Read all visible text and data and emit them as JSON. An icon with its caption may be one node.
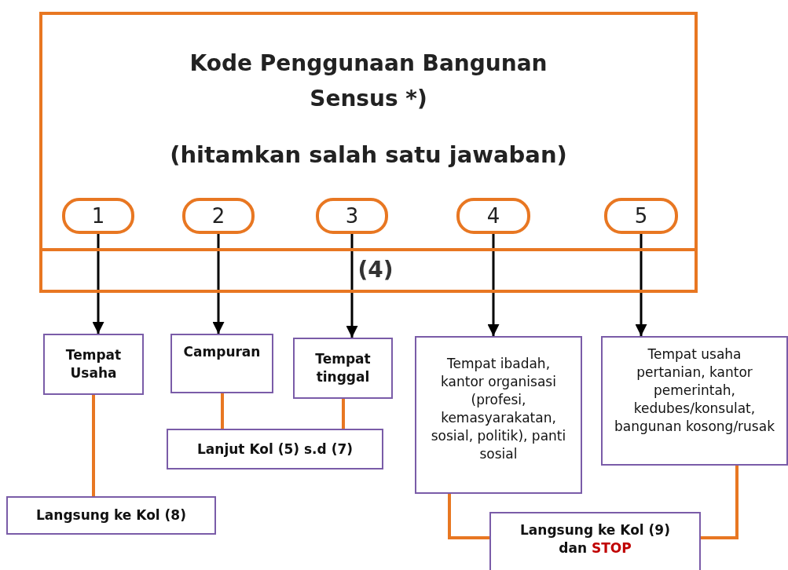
{
  "diagram": {
    "nodes": [
      {
        "text": [
          "Kode Penggunaan Bangunan Sensus *)",
          "(hitamkan salah satu jawaban)"
        ]
      },
      {
        "text": [
          "1"
        ],
        "in": 0
      },
      {
        "text": [
          "2"
        ],
        "in": 0
      },
      {
        "text": [
          "3"
        ],
        "in": 0
      },
      {
        "text": [
          "4"
        ],
        "in": 0
      },
      {
        "text": [
          "5"
        ],
        "in": 0
      },
      {
        "text": [
          "(4)"
        ],
        "in": 0
      },
      {
        "text": [
          "Tempat Usaha"
        ]
      },
      {
        "text": [
          "Campuran"
        ]
      },
      {
        "text": [
          "Tempat tinggal"
        ]
      },
      {
        "text": [
          "Tempat ibadah, kantor organisasi (profesi, kemasyarakatan, sosial, politik), panti sosial"
        ]
      },
      {
        "text": [
          "Tempat usaha pertanian, kantor pemerintah, kedubes/konsulat, bangunan kosong/rusak"
        ]
      },
      {
        "text": [
          "Lanjut Kol (5) s.d (7)"
        ]
      },
      {
        "text": [
          "Langsung ke Kol (8)"
        ]
      },
      {
        "text": [
          "Langsung ke Kol (9) dan STOP"
        ]
      }
    ],
    "edges": [
      {
        "from": 1,
        "to": 7,
        "arrow": "to"
      },
      {
        "from": 2,
        "to": 8,
        "arrow": "to"
      },
      {
        "from": 3,
        "to": 9,
        "arrow": "to"
      },
      {
        "from": 4,
        "to": 10,
        "arrow": "to"
      },
      {
        "from": 5,
        "to": 11,
        "arrow": "to"
      },
      {
        "from": 7,
        "to": 13,
        "arrow": "none",
        "color": "#e87722"
      },
      {
        "from": 8,
        "to": 12,
        "arrow": "none",
        "color": "#e87722"
      },
      {
        "from": 9,
        "to": 12,
        "arrow": "none",
        "color": "#e87722"
      },
      {
        "from": 10,
        "to": 14,
        "arrow": "none",
        "color": "#e87722"
      },
      {
        "from": 11,
        "to": 14,
        "arrow": "none",
        "color": "#e87722"
      }
    ]
  }
}
